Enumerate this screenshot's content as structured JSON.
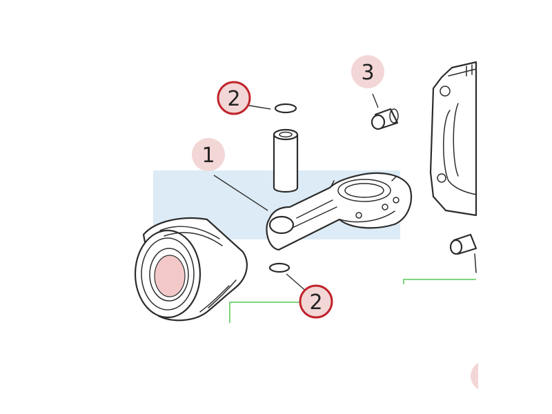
{
  "diagram": {
    "callouts": [
      {
        "id": "c1",
        "label": "1",
        "style": "plain",
        "color": "#f3d6d6"
      },
      {
        "id": "c2a",
        "label": "2",
        "style": "highlighted",
        "color": "#f3d6d6",
        "ring_color": "#c0232a"
      },
      {
        "id": "c2b",
        "label": "2",
        "style": "highlighted",
        "color": "#f3d6d6",
        "ring_color": "#c0232a"
      },
      {
        "id": "c3",
        "label": "3",
        "style": "plain",
        "color": "#f3d6d6"
      }
    ],
    "colors": {
      "line_art": "#2b2b2b",
      "highlight_band": "#dcebf5",
      "guide_line": "#7dd67d",
      "piston_face": "#f2c8c8"
    }
  }
}
